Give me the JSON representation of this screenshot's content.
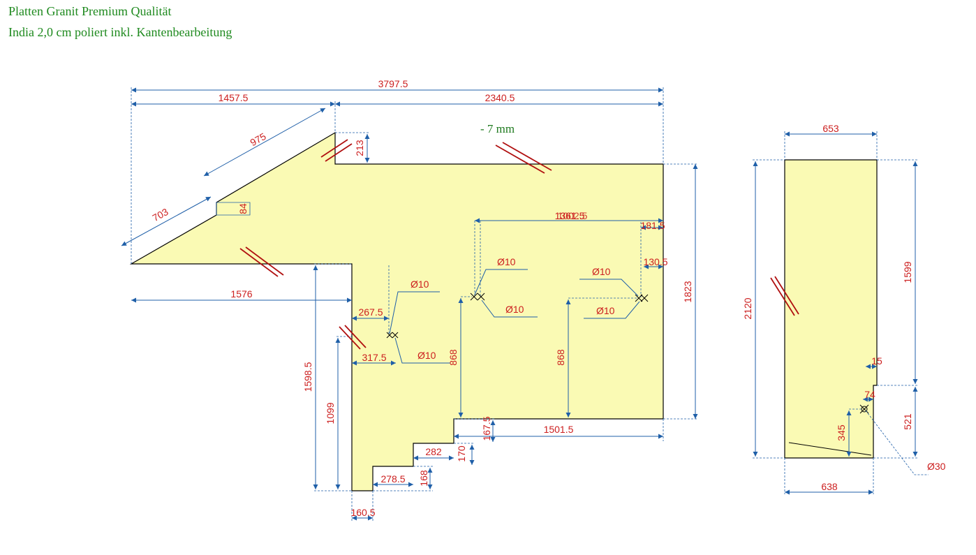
{
  "header": {
    "line1": "Platten Granit Premium Qualität",
    "line2": "India 2,0 cm poliert inkl. Kantenbearbeitung"
  },
  "note": "- 7 mm",
  "colors": {
    "slab_fill": "#fafab4",
    "dimension_line": "#1f5fa8",
    "dimension_text": "#cc1f1f",
    "note_text": "#1f7a1f",
    "cut_mark": "#b01010"
  },
  "main_slab": {
    "dimensions": {
      "total_width": "3797.5",
      "left_width": "1457.5",
      "right_width": "2340.5",
      "diagonal_upper": "975",
      "diagonal_lower": "703",
      "step_top": "213",
      "notch": "84",
      "bottom_left_width": "1576",
      "holes_span_overlap_a": "1361.5",
      "holes_span_overlap_b": "1002.5",
      "right_hole_offset": "181.5",
      "right_hole_vertical": "130.5",
      "right_height": "1823",
      "left_height_outer": "1598.5",
      "left_height_inner": "1099",
      "hole1_x": "267.5",
      "hole1_x2": "317.5",
      "hole_height_left": "868",
      "hole_height_right": "868",
      "step1_height": "167.5",
      "step1_width": "1501.5",
      "step2_height": "170",
      "step2_width": "282",
      "step3_height": "168",
      "step3_width": "278.5",
      "bottom_width": "160.5"
    },
    "holes": {
      "hole_a": "Ø10",
      "hole_b": "Ø10",
      "hole_c": "Ø10",
      "hole_d": "Ø10",
      "hole_e": "Ø10",
      "hole_f": "Ø10"
    }
  },
  "side_slab": {
    "dimensions": {
      "top_width": "653",
      "bottom_width": "638",
      "height": "2120",
      "upper_right": "1599",
      "lower_right": "521",
      "step_small": "15",
      "hole_offset_x": "74",
      "hole_height": "345"
    },
    "hole": "Ø30"
  }
}
